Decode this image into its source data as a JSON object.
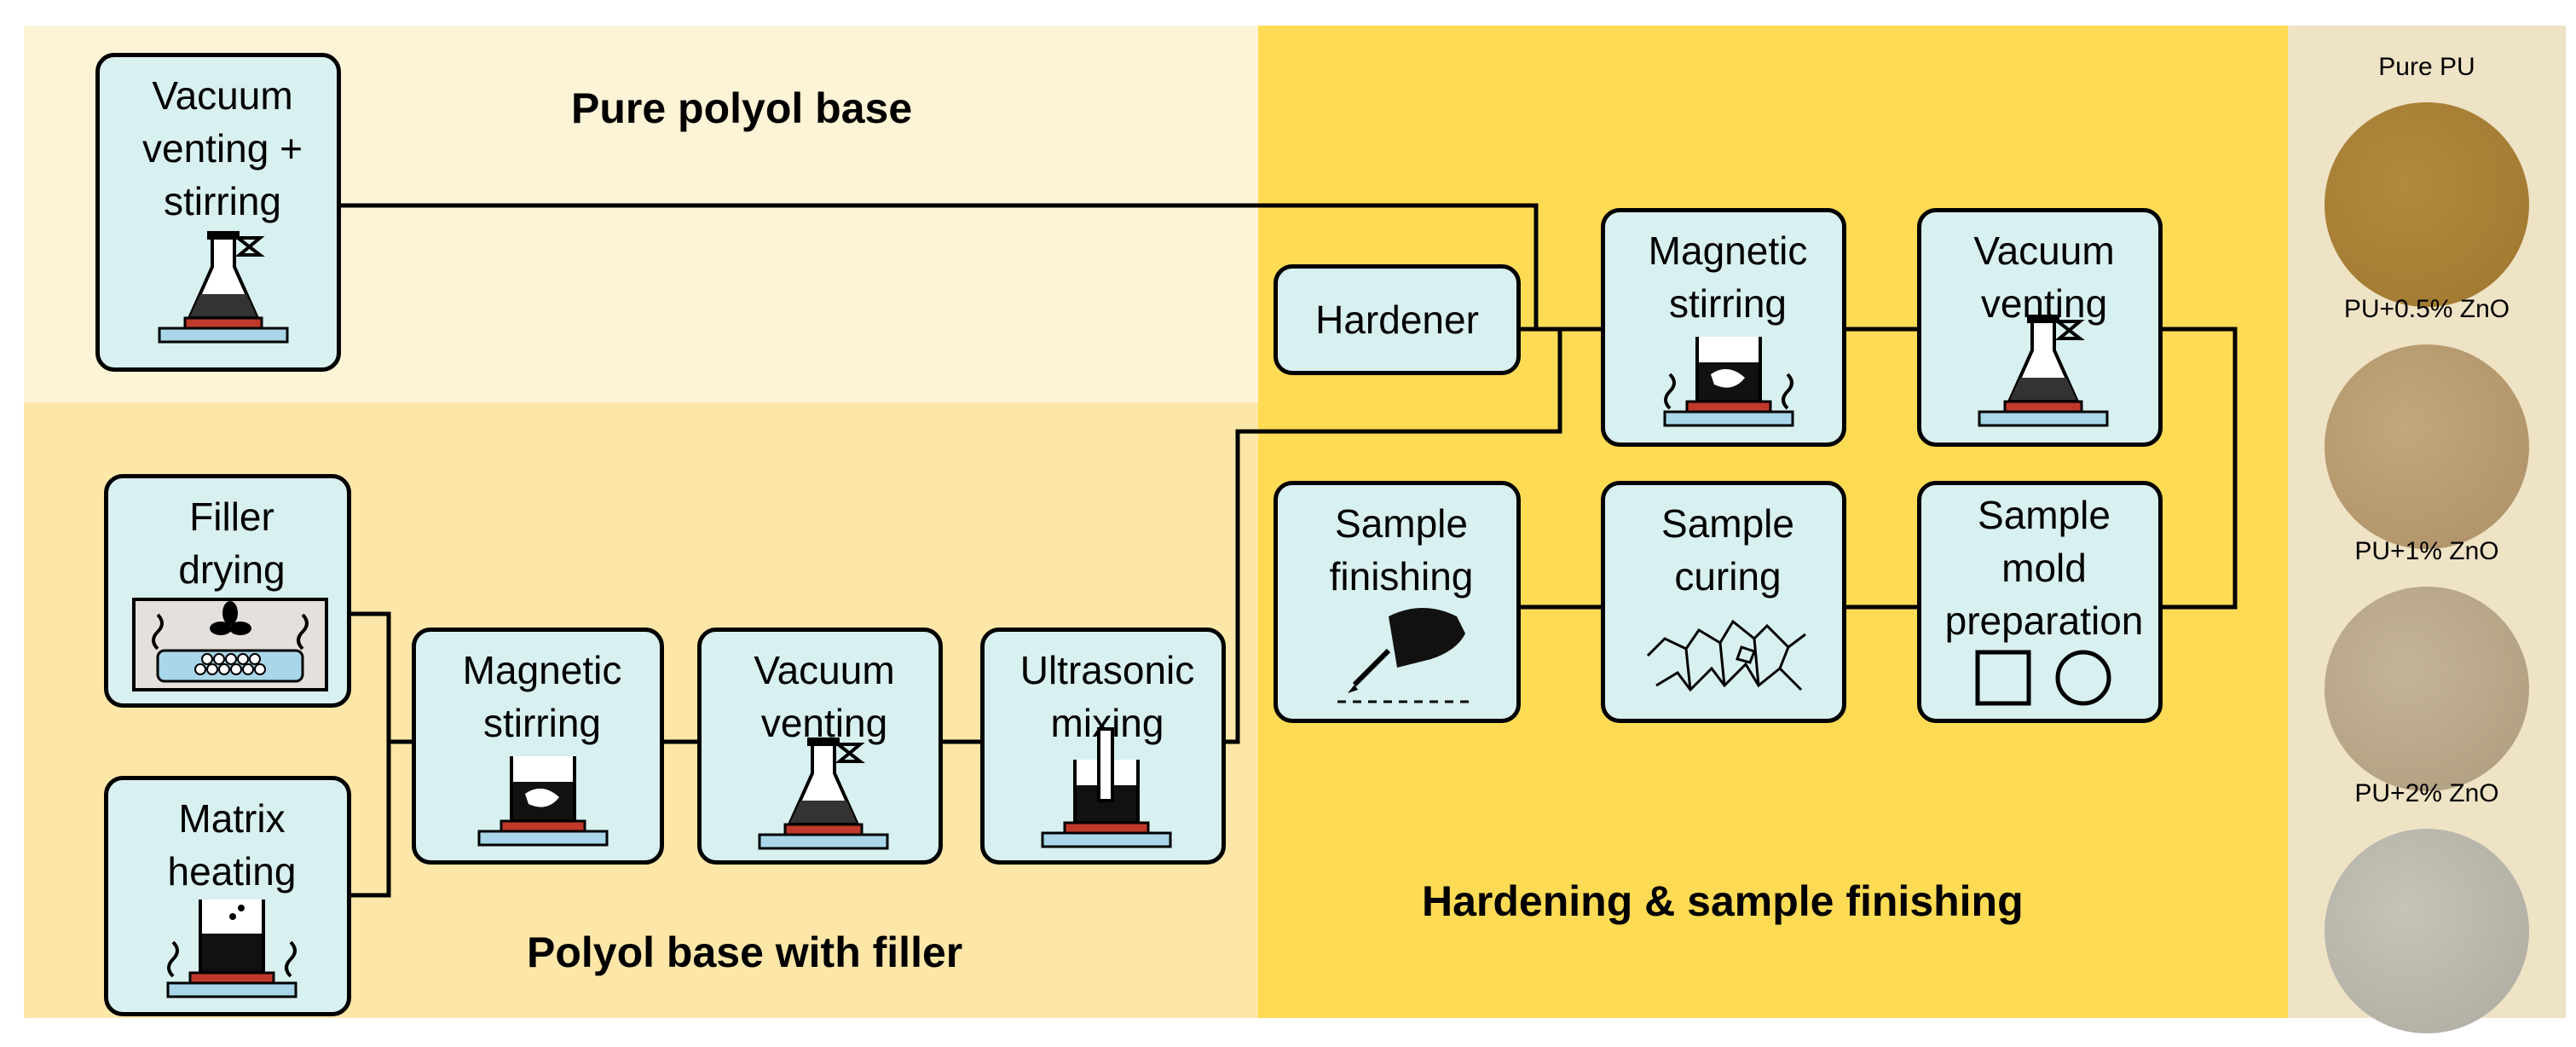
{
  "regions": {
    "pure": "Pure polyol base",
    "filler": "Polyol base with filler",
    "hardening": "Hardening & sample finishing"
  },
  "steps": {
    "vacuum_stirring": "Vacuum venting + stirring",
    "filler_drying": "Filler drying",
    "matrix_heating": "Matrix heating",
    "magnetic_stirring_1": "Magnetic stirring",
    "vacuum_venting_1": "Vacuum venting",
    "ultrasonic_mixing": "Ultrasonic mixing",
    "hardener": "Hardener",
    "magnetic_stirring_2": "Magnetic stirring",
    "vacuum_venting_2": "Vacuum venting",
    "sample_finishing": "Sample finishing",
    "sample_curing": "Sample curing",
    "sample_mold": "Sample mold preparation"
  },
  "samples": [
    {
      "label": "Pure PU",
      "color": "#A57D32"
    },
    {
      "label": "PU+0.5% ZnO",
      "color": "#B59A6F"
    },
    {
      "label": "PU+1% ZnO",
      "color": "#B8A68A"
    },
    {
      "label": "PU+2% ZnO",
      "color": "#B7B4A9"
    }
  ],
  "colors": {
    "box_fill": "#D8F0EF",
    "pure_bg": "#FDF3D6",
    "filler_bg": "#FDE7A8",
    "hardening_bg": "#FEDB54",
    "samples_bg": "#EFE3C6",
    "hotplate_red": "#C0392B",
    "base_blue": "#A9D6E8"
  },
  "icons": [
    "flask-icon",
    "fan-icon",
    "beaker-hotplate-icon",
    "stir-beaker-icon",
    "ultrasonic-icon",
    "pen-hand-icon",
    "polymer-network-icon",
    "mold-shapes-icon"
  ]
}
